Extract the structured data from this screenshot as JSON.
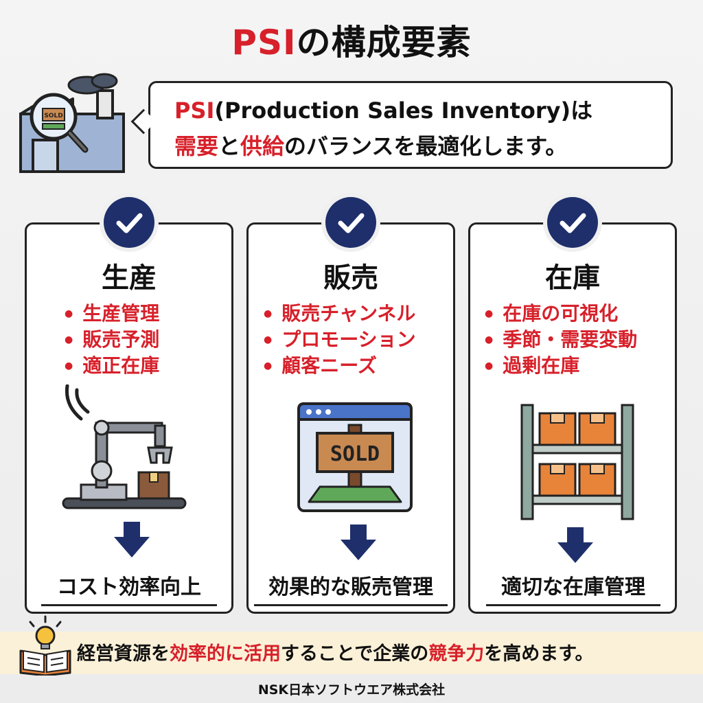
{
  "title": {
    "accent": "PSI",
    "rest": "の構成要素"
  },
  "intro": {
    "line1": {
      "accent": "PSI",
      "rest": "(Production Sales Inventory)は"
    },
    "line2": {
      "accent1": "需要",
      "mid1": "と",
      "accent2": "供給",
      "rest": "のバランスを最適化します。"
    }
  },
  "icons": {
    "factory": "factory-magnifier-icon",
    "check": "check-icon",
    "robot": "robot-arm-icon",
    "sold": "sold-sign-browser-icon",
    "shelf": "warehouse-shelf-icon",
    "arrow": "down-arrow-icon",
    "idea": "lightbulb-book-icon"
  },
  "cards": [
    {
      "title": "生産",
      "bullets": [
        "生産管理",
        "販売予測",
        "適正在庫"
      ],
      "result": "コスト効率向上"
    },
    {
      "title": "販売",
      "bullets": [
        "販売チャンネル",
        "プロモーション",
        "顧客ニーズ"
      ],
      "result": "効果的な販売管理"
    },
    {
      "title": "在庫",
      "bullets": [
        "在庫の可視化",
        "季節・需要変動",
        "過剰在庫"
      ],
      "result": "適切な在庫管理"
    }
  ],
  "bottom": {
    "p1": "経営資源を",
    "a1": "効率的に活用",
    "p2": "することで企業の",
    "a2": "競争力",
    "p3": "を高めます。"
  },
  "footer": "NSK日本ソフトウエア株式会社",
  "sold_label": "SOLD",
  "colors": {
    "accent": "#d7202a",
    "navy": "#1e2f6b",
    "band": "#fbf1d8"
  }
}
